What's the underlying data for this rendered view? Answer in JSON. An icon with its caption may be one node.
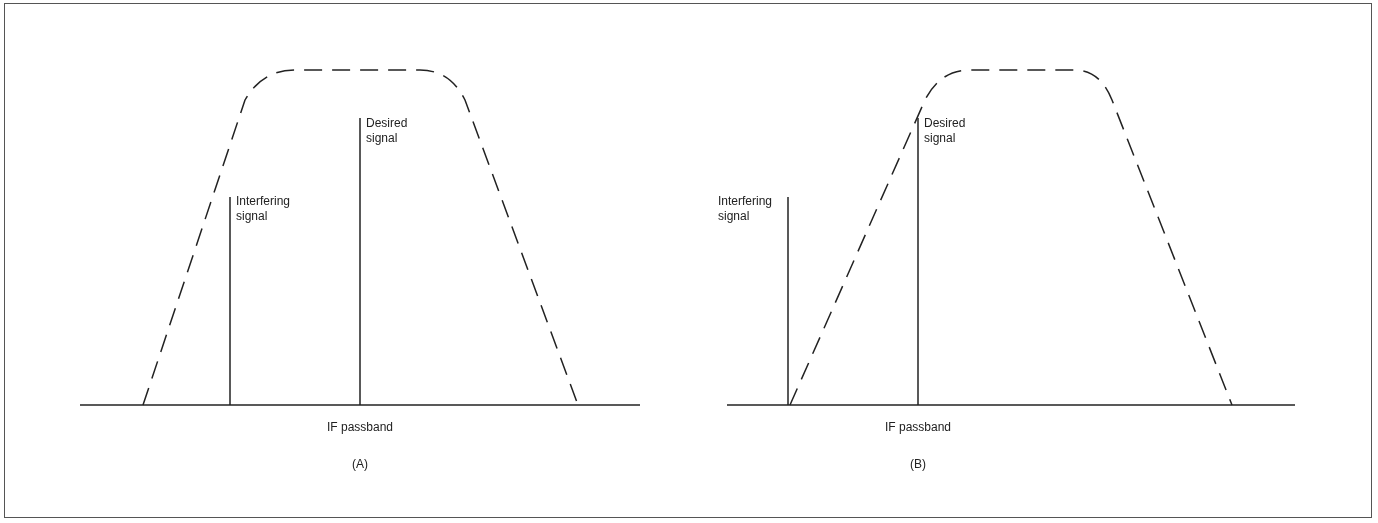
{
  "diagram": {
    "labels": [
      "Desired signal",
      "Interfering signal",
      "IF passband",
      "(A)",
      "Desired signal",
      "Interfering signal",
      "IF passband",
      "(B)"
    ]
  }
}
